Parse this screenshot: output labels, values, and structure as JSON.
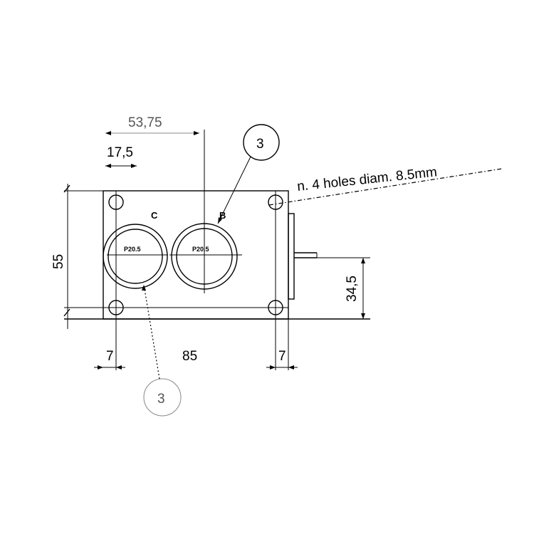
{
  "dimensions": {
    "d_53_75": "53,75",
    "d_17_5": "17,5",
    "d_55": "55",
    "d_34_5": "34,5",
    "d_7_left": "7",
    "d_85": "85",
    "d_7_right": "7"
  },
  "callouts": {
    "top": "3",
    "bottom": "3"
  },
  "note": "n. 4 holes diam. 8.5mm",
  "ports": {
    "c_label": "C",
    "b_label": "B",
    "c_thread": "P20.5",
    "b_thread": "P20.5"
  }
}
